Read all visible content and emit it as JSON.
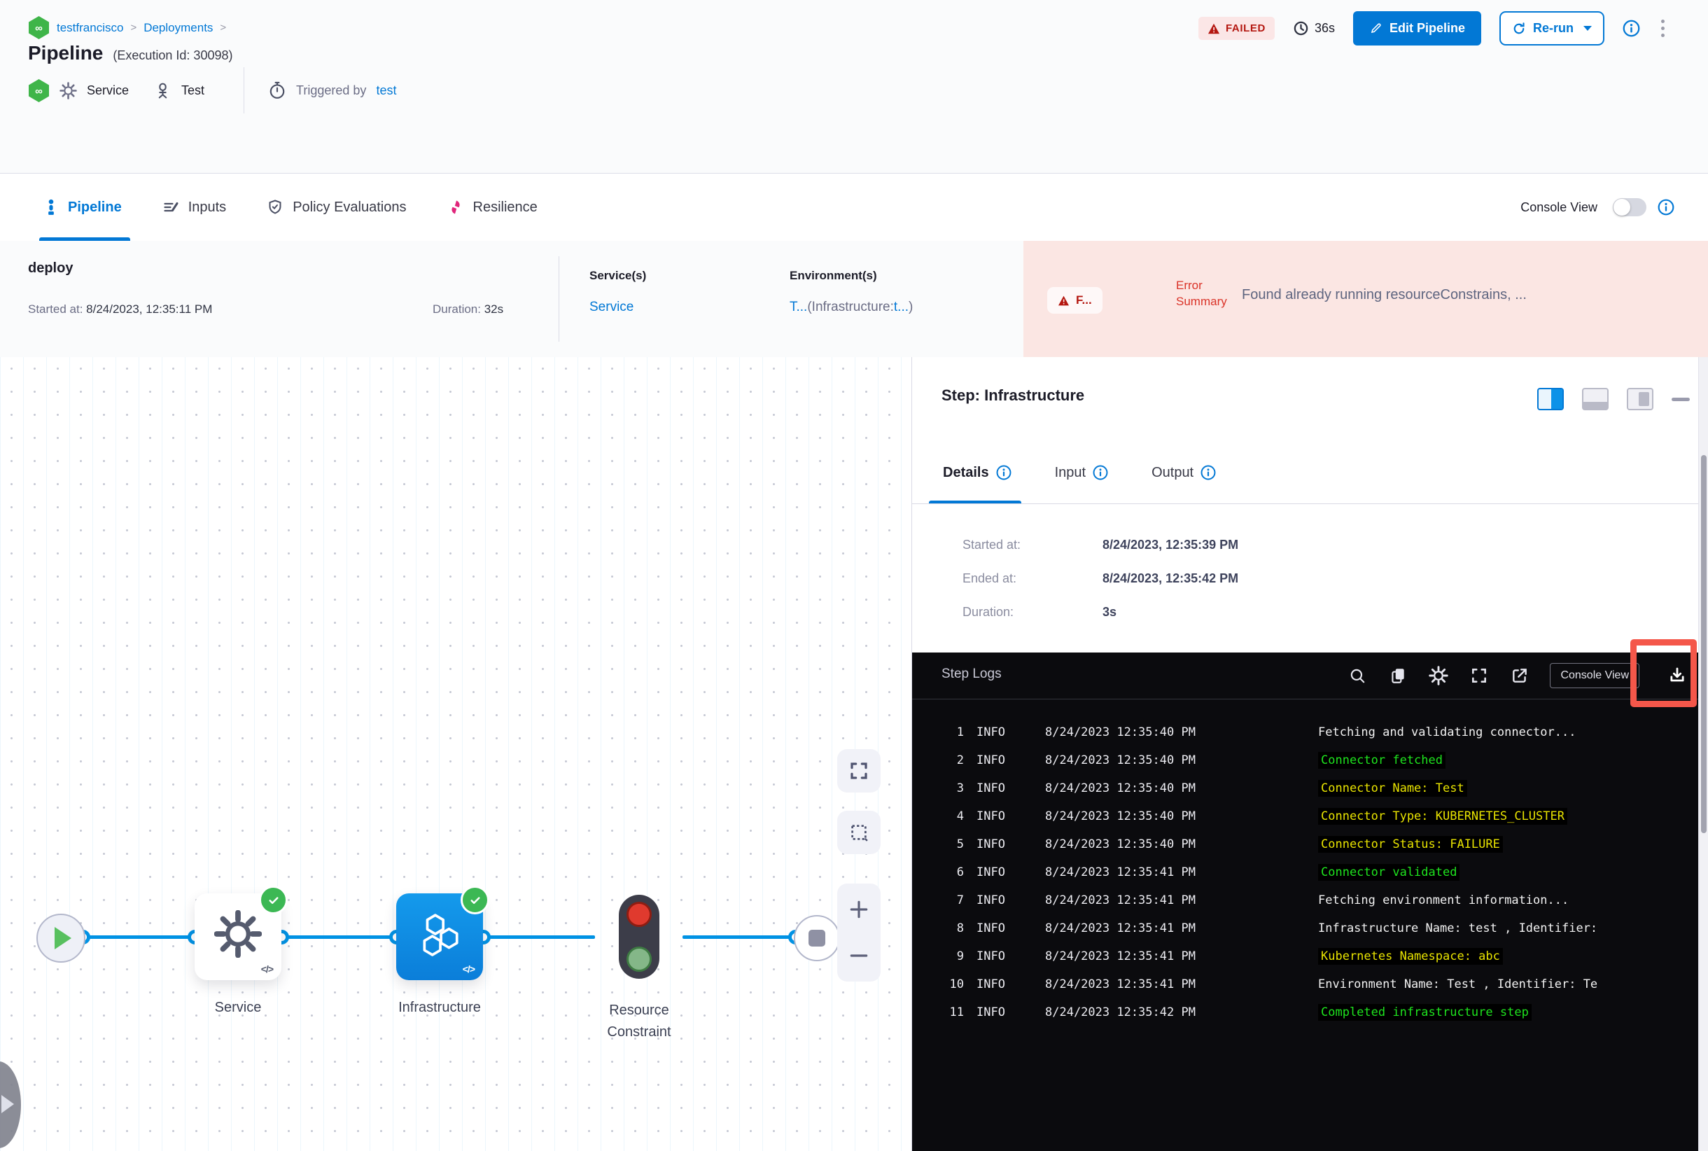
{
  "colors": {
    "accent": "#0278d5",
    "connector": "#0092e4",
    "success": "#3cb854",
    "error": "#b41710",
    "highlight": "#f4574a",
    "log_green": "#1ee31e",
    "log_yellow": "#e8e300"
  },
  "icons": {
    "infinity": "∞",
    "code": "</>",
    "separator": ">"
  },
  "breadcrumb": {
    "project": "testfrancisco",
    "section": "Deployments"
  },
  "header": {
    "title": "Pipeline",
    "execution_id": "(Execution Id: 30098)",
    "status": "FAILED",
    "elapsed": "36s",
    "edit_button": "Edit Pipeline",
    "rerun_button": "Re-run",
    "service_label": "Service",
    "stage_label": "Test",
    "triggered_by": "Triggered by",
    "triggered_user": "test"
  },
  "tabs": {
    "items": [
      {
        "label": "Pipeline"
      },
      {
        "label": "Inputs"
      },
      {
        "label": "Policy Evaluations"
      },
      {
        "label": "Resilience"
      }
    ],
    "console_view_label": "Console View"
  },
  "stage": {
    "name": "deploy",
    "started_label": "Started at:",
    "started": "8/24/2023, 12:35:11 PM",
    "duration_label": "Duration:",
    "duration": "32s",
    "services_label": "Service(s)",
    "service": "Service",
    "environments_label": "Environment(s)",
    "env_part1": "T...",
    "env_part2": "(Infrastructure:",
    "env_part3": "t...",
    "env_part4": ")",
    "error_badge": "F...",
    "error_label": "Error Summary",
    "error_text": "Found already running resourceConstrains, ..."
  },
  "graph": {
    "nodes": [
      {
        "label": "Service"
      },
      {
        "label": "Infrastructure"
      },
      {
        "label": "Resource Constraint"
      }
    ]
  },
  "step_panel": {
    "title": "Step: Infrastructure",
    "tabs": [
      {
        "label": "Details"
      },
      {
        "label": "Input"
      },
      {
        "label": "Output"
      }
    ],
    "details": {
      "started_label": "Started at:",
      "started": "8/24/2023, 12:35:39 PM",
      "ended_label": "Ended at:",
      "ended": "8/24/2023, 12:35:42 PM",
      "duration_label": "Duration:",
      "duration": "3s"
    }
  },
  "console": {
    "title": "Step Logs",
    "console_view_button": "Console View",
    "logs": [
      {
        "num": "1",
        "level": "INFO",
        "time": "8/24/2023 12:35:40 PM",
        "msg": "Fetching and validating connector...",
        "color": "white"
      },
      {
        "num": "2",
        "level": "INFO",
        "time": "8/24/2023 12:35:40 PM",
        "msg": "Connector fetched",
        "color": "green"
      },
      {
        "num": "3",
        "level": "INFO",
        "time": "8/24/2023 12:35:40 PM",
        "msg": "Connector Name: Test",
        "color": "yellow"
      },
      {
        "num": "4",
        "level": "INFO",
        "time": "8/24/2023 12:35:40 PM",
        "msg": "Connector Type: KUBERNETES_CLUSTER",
        "color": "yellow"
      },
      {
        "num": "5",
        "level": "INFO",
        "time": "8/24/2023 12:35:40 PM",
        "msg": "Connector Status: FAILURE",
        "color": "yellow"
      },
      {
        "num": "6",
        "level": "INFO",
        "time": "8/24/2023 12:35:41 PM",
        "msg": "Connector validated",
        "color": "green"
      },
      {
        "num": "7",
        "level": "INFO",
        "time": "8/24/2023 12:35:41 PM",
        "msg": "Fetching environment information...",
        "color": "white"
      },
      {
        "num": "8",
        "level": "INFO",
        "time": "8/24/2023 12:35:41 PM",
        "msg": "Infrastructure Name: test , Identifier:",
        "color": "white"
      },
      {
        "num": "9",
        "level": "INFO",
        "time": "8/24/2023 12:35:41 PM",
        "msg": "Kubernetes Namespace: abc",
        "color": "yellow"
      },
      {
        "num": "10",
        "level": "INFO",
        "time": "8/24/2023 12:35:41 PM",
        "msg": "Environment Name: Test , Identifier: Te",
        "color": "white"
      },
      {
        "num": "11",
        "level": "INFO",
        "time": "8/24/2023 12:35:42 PM",
        "msg": "Completed infrastructure step",
        "color": "green"
      }
    ]
  }
}
